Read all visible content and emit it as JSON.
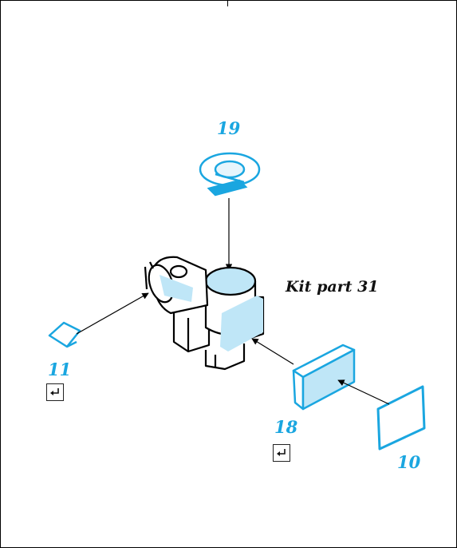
{
  "diagram": {
    "kit_label": "Kit part 31",
    "parts": [
      {
        "id": "19"
      },
      {
        "id": "11"
      },
      {
        "id": "18"
      },
      {
        "id": "10"
      }
    ],
    "colors": {
      "accent": "#1aa6e0",
      "fill_light": "#bfe6f7",
      "line": "#000000"
    },
    "icons": [
      "return-arrow-icon",
      "return-arrow-icon"
    ]
  }
}
